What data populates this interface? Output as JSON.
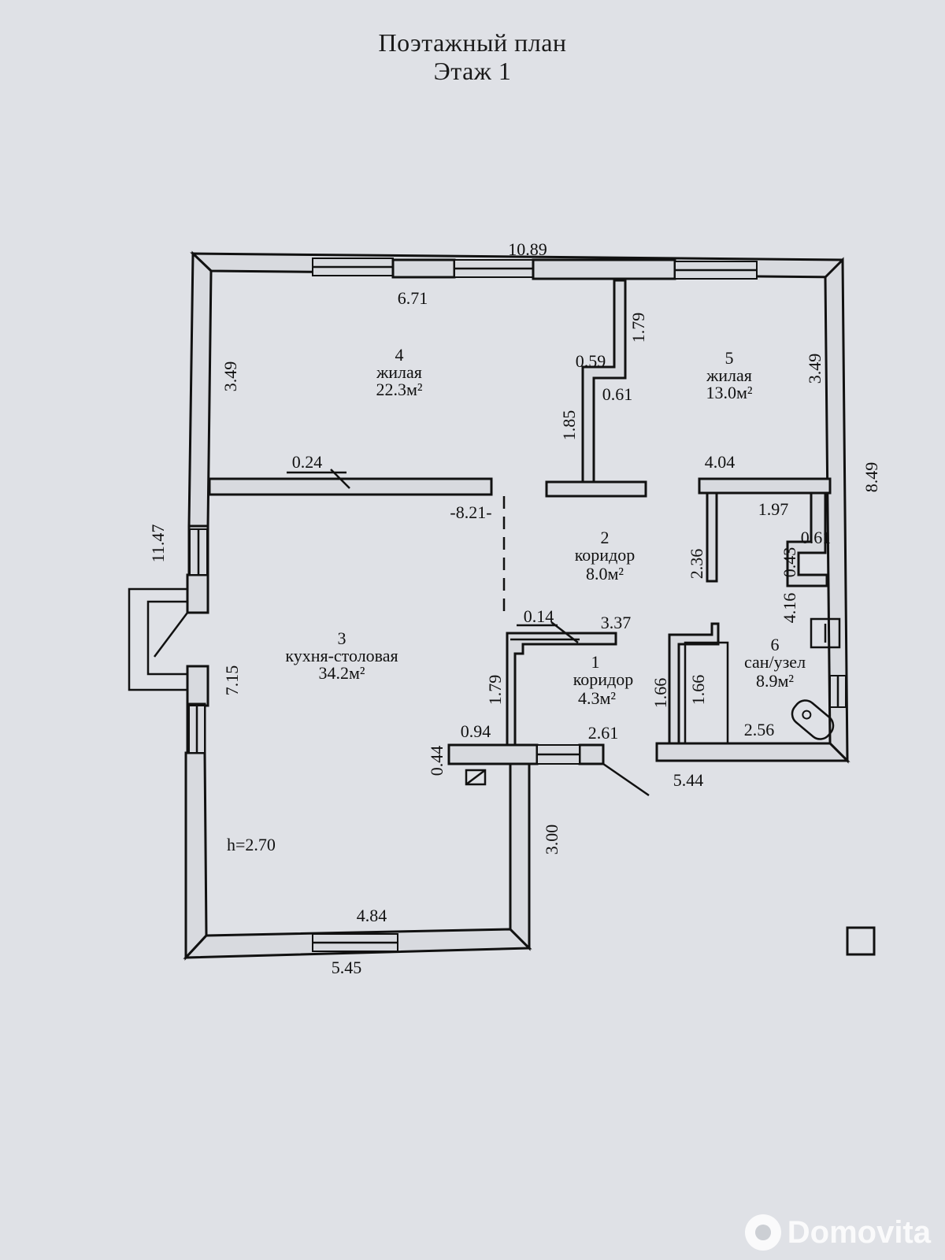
{
  "title": {
    "line1": "Поэтажный план",
    "line2": "Этаж 1"
  },
  "rooms": [
    {
      "number": "1",
      "name": "коридор",
      "area": "4.3м²"
    },
    {
      "number": "2",
      "name": "коридор",
      "area": "8.0м²"
    },
    {
      "number": "3",
      "name": "кухня-столовая",
      "area": "34.2м²"
    },
    {
      "number": "4",
      "name": "жилая",
      "area": "22.3м²"
    },
    {
      "number": "5",
      "name": "жилая",
      "area": "13.0м²"
    },
    {
      "number": "6",
      "name": "сан/узел",
      "area": "8.9м²"
    }
  ],
  "dimensions": {
    "top_total": "10.89",
    "top_room4": "6.71",
    "left_room4": "3.49",
    "right_room5": "3.49",
    "right_total": "8.49",
    "left_total": "11.47",
    "left_kitchen": "7.15",
    "partition_024": "0.24",
    "corridor_len": "-8.21-",
    "d059": "0.59",
    "d179_top": "1.79",
    "d061_a": "0.61",
    "d185": "1.85",
    "d404": "4.04",
    "d197": "1.97",
    "d061_b": "0.61",
    "d043": "0.43",
    "d236": "2.36",
    "d416": "4.16",
    "d014": "0.14",
    "d337": "3.37",
    "d179_bottom": "1.79",
    "d166_a": "1.66",
    "d166_b": "1.66",
    "d094": "0.94",
    "d261": "2.61",
    "d256": "2.56",
    "d044": "0.44",
    "d544": "5.44",
    "d300": "3.00",
    "d484": "4.84",
    "d545": "5.45",
    "height": "h=2.70"
  },
  "watermark": "Domovita"
}
